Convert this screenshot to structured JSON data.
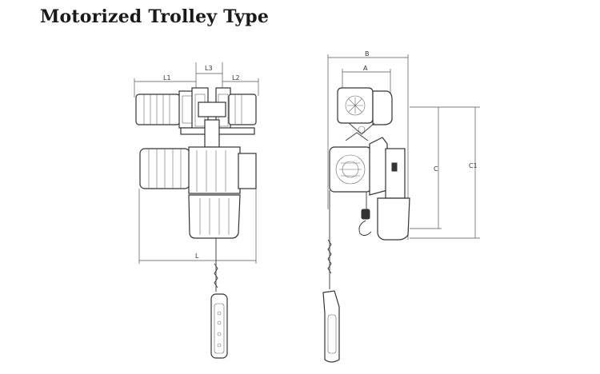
{
  "title": "Motorized Trolley Type",
  "dimensions": {
    "l1": "L1",
    "l2": "L2",
    "l3": "L3",
    "l": "L",
    "b": "B",
    "a": "A",
    "c": "C",
    "c1": "C1"
  }
}
